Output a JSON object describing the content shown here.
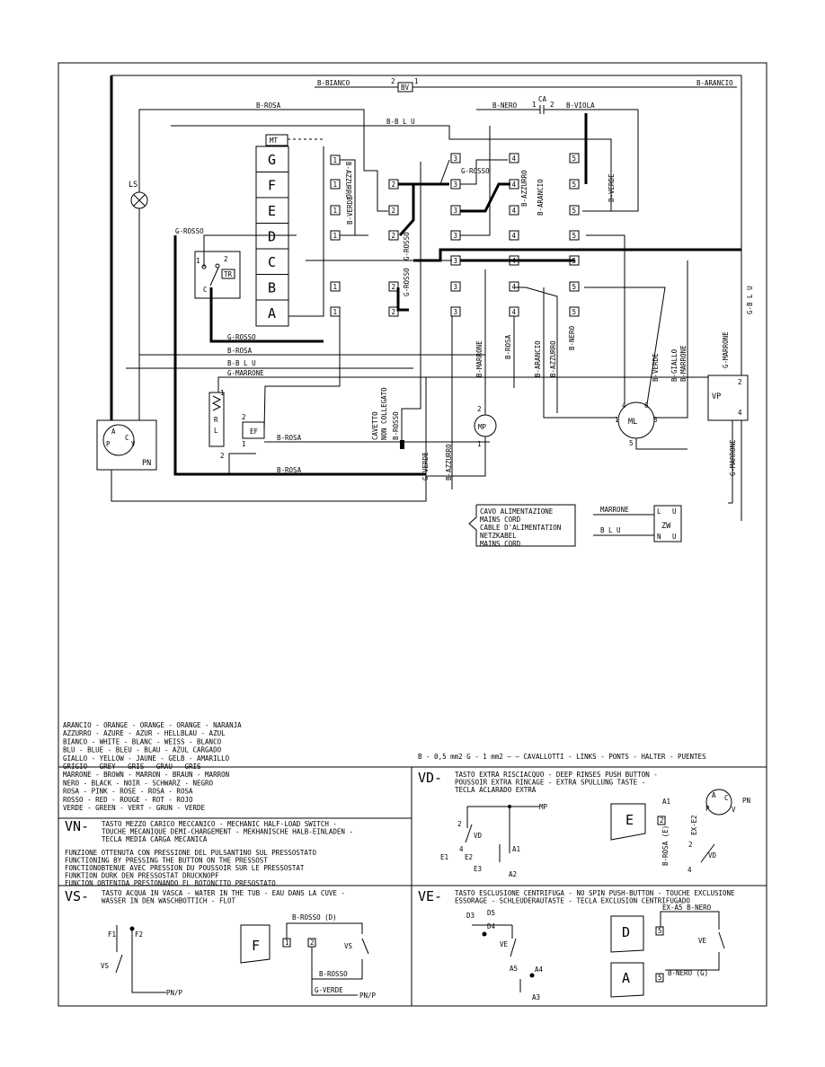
{
  "wire_labels": {
    "b_bianco": "B-BIANCO",
    "b_arancio_top": "B-ARANCIO",
    "b_rosa_top": "B-ROSA",
    "b_nero": "B-NERO",
    "b_viola": "B-VIOLA",
    "b_blu_top": "B-B L U",
    "ls": "LS",
    "g_rosso_1": "G-ROSSO",
    "g_rosso_2": "G-ROSSO",
    "g_rosso_3": "G-ROSSO",
    "g_rosso_4": "G-ROSSO",
    "g_rosso_5": "G-ROSSO",
    "b_azzurro_1": "B-AZZURRO",
    "b_verde_1": "B-VERDE",
    "b_arancio_2": "B-ARANCIO",
    "b_azzurro_2": "B-AZZURRO",
    "b_verde_2": "B-VERDE",
    "g_blu_right": "G-B L U",
    "b_rosa_2": "B-ROSA",
    "b_blu_2": "B-B L U",
    "g_marrone": "G-MARRONE",
    "b_marrone_1": "B-MARRONE",
    "b_rosa_3": "B-ROSA",
    "b_arancio_3": "B-ARANCIO",
    "b_azzurro_3": "B-AZZURRO",
    "b_nero_2": "B-NERO",
    "b_verde_3": "B-VERDE",
    "b_giallo": "B-GIALLO",
    "b_marrone_2": "B-MARRONE",
    "g_marrone_2": "G-MARRONE",
    "g_marrone_3": "G-MARRONE",
    "cavetto": "CAVETTO",
    "non_collegato": "NON COLLEGATO",
    "b_rosso": "B-ROSSO",
    "g_verde": "G-VERDE",
    "b_azzurro_4": "B-AZZURRO",
    "b_rosa_4": "B-ROSA",
    "b_rosa_5": "B-ROSA",
    "marrone": "MARRONE",
    "blu": "B L U"
  },
  "components": {
    "bv": "BV",
    "ca": "CA",
    "mt": "MT",
    "tr": "TR",
    "ml": "ML",
    "mp": "MP",
    "vp": "VP",
    "ef": "EF",
    "pn": "PN",
    "zw": "ZW",
    "rl": "R L",
    "program_steps": [
      "G",
      "F",
      "E",
      "D",
      "C",
      "B",
      "A"
    ]
  },
  "mains_cord": [
    "CAVO ALIMENTAZIONE",
    "MAINS CORD",
    "CABLE D'ALIMENTATION",
    "NETZKABEL",
    "MAINS CORD"
  ],
  "color_table": [
    "ARANCIO  - ORANGE  - ORANGE  - ORANGE    - NARANJA",
    "AZZURRO  - AZURE   - AZUR    - HELLBLAU  - AZUL",
    "BIANCO   - WHITE   - BLANC   - WEISS     - BLANCO",
    "BLU      - BLUE    - BLEU    - BLAU      - AZUL CARGADO",
    "GIALLO   - YELLOW  - JAUNE   - GELB      - AMARILLO",
    "GRIGIO   - GREY    - GRIS    - GRAU      - GRIS",
    "MARRONE  - BROWN   - MARRON  - BRAUN     - MARRON",
    "NERO     - BLACK   - NOIR    - SCHWARZ   - NEGRO",
    "ROSA     - PINK    - ROSE    - ROSA      - ROSA",
    "ROSSO    - RED     - ROUGE   - ROT       - ROJO",
    "VERDE    - GREEN   - VERT    - GRUN      - VERDE"
  ],
  "wire_legend": "B - 0,5 mm2      G - 1 mm2 — —  CAVALLOTTI - LINKS - PONTS - HALTER - PUENTES",
  "vn": {
    "code": "VN-",
    "lines": [
      "TASTO MEZZO CARICO MECCANICO - MECHANIC HALF-LOAD SWITCH -",
      "TOUCHE MECANIQUE DEMI-CHARGEMENT - MEKHANISCHE HALB-EINLADEN -",
      "TECLA MEDIA CARGA MECANICA"
    ],
    "note": [
      "FUNZIONE OTTENUTA CON PRESSIONE DEL PULSANTINO SUL PRESSOSTATO",
      "FUNCTIONING BY PRESSING THE BUTTON ON THE PRESSOST",
      "FONCTIONOBTENUE AVEC PRESSION DU POUSSOIR SUR LE PRESSOSTAT",
      "FUNKTION DURK DEN PRESSOSTAT DRUCKNOPF",
      "FUNCION OBTENIDA PRESIONANDO EL BOTONCITO PRESOSTATO"
    ]
  },
  "vd": {
    "code": "VD-",
    "lines": [
      "TASTO EXTRA RISCIACQUO - DEEP RINSES PUSH BUTTON -",
      "POUSSOIR EXTRA RINCAGE - EXTRA SPULLUNG TASTE -",
      "TECLA ACLARADO EXTRA"
    ],
    "labels": {
      "mp": "MP",
      "vd": "VD",
      "vd2": "VD",
      "e1": "E1",
      "e2": "E2",
      "e3": "E3",
      "a1": "A1",
      "a2": "A2",
      "a1b": "A1",
      "e": "E",
      "pn": "PN",
      "b_rosa_e": "B-ROSA (E)",
      "ex_e2": "EX-E2",
      "two": "2",
      "four": "4"
    }
  },
  "vs": {
    "code": "VS-",
    "lines": [
      "TASTO ACQUA IN VASCA - WATER IN THE TUB - EAU DANS LA CUVE -",
      "WASSER IN DEN WASCHBOTTICH - FLOT"
    ],
    "labels": {
      "f1": "F1",
      "f2": "F2",
      "vs": "VS",
      "vs2": "VS",
      "pnp": "PN/P",
      "pnp2": "PN/P",
      "f": "F",
      "b_rosso_d": "B-ROSSO (D)",
      "b_rosso": "B-ROSSO",
      "g_verde": "G-VERDE",
      "one": "1",
      "two": "2"
    }
  },
  "ve": {
    "code": "VE-",
    "lines": [
      "TASTO ESCLUSIONE CENTRIFUGA - NO SPIN PUSH-BUTTON - TOUCHE EXCLUSIONE",
      "ESSORAGE - SCHLEUDERAUTASTE - TECLA EXCLUSION CENTRIFUGADO"
    ],
    "labels": {
      "d3": "D3",
      "d5": "D5",
      "d4": "D4",
      "ve": "VE",
      "ve2": "VE",
      "a5": "A5",
      "a4": "A4",
      "a3": "A3",
      "d": "D",
      "a": "A",
      "ex_a5": "EX-A5 B-NERO",
      "b_nero_g": "B-NERO (G)",
      "five": "5"
    }
  }
}
